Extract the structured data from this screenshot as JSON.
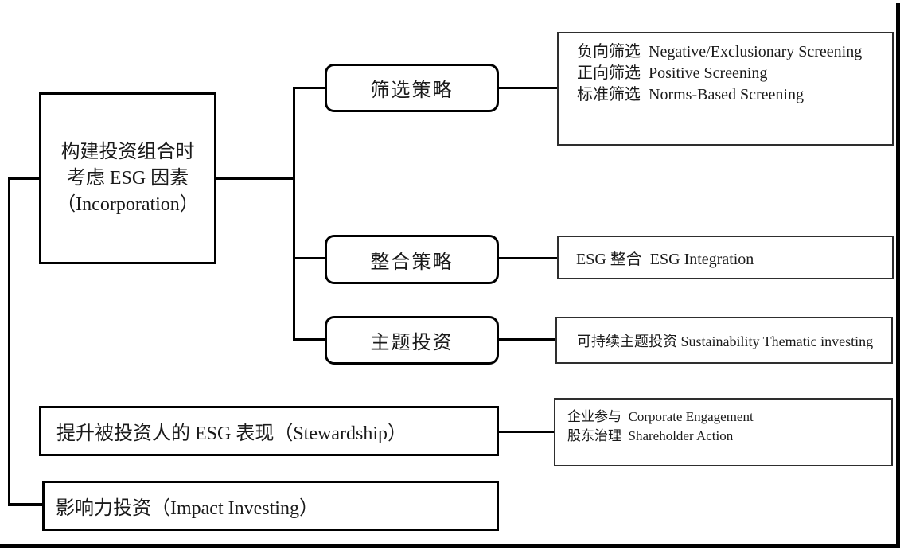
{
  "incorporation": {
    "title_lines": [
      "构建投资组合时",
      "考虑 ESG 因素",
      "（Incorporation）"
    ],
    "strategies": [
      {
        "label": "筛选策略",
        "details": [
          "负向筛选  Negative/Exclusionary Screening",
          "正向筛选  Positive Screening",
          "标准筛选  Norms-Based Screening"
        ]
      },
      {
        "label": "整合策略",
        "details": [
          "ESG 整合  ESG Integration"
        ]
      },
      {
        "label": "主题投资",
        "details": [
          "可持续主题投资 Sustainability Thematic investing"
        ]
      }
    ]
  },
  "stewardship": {
    "label": "提升被投资人的 ESG 表现（Stewardship）",
    "details": [
      "企业参与  Corporate Engagement",
      "股东治理  Shareholder Action"
    ]
  },
  "impact": {
    "label": "影响力投资（Impact Investing）"
  },
  "colors": {
    "line": "#000000",
    "border": "#000000",
    "text": "#1a1a1a",
    "background": "#ffffff"
  }
}
